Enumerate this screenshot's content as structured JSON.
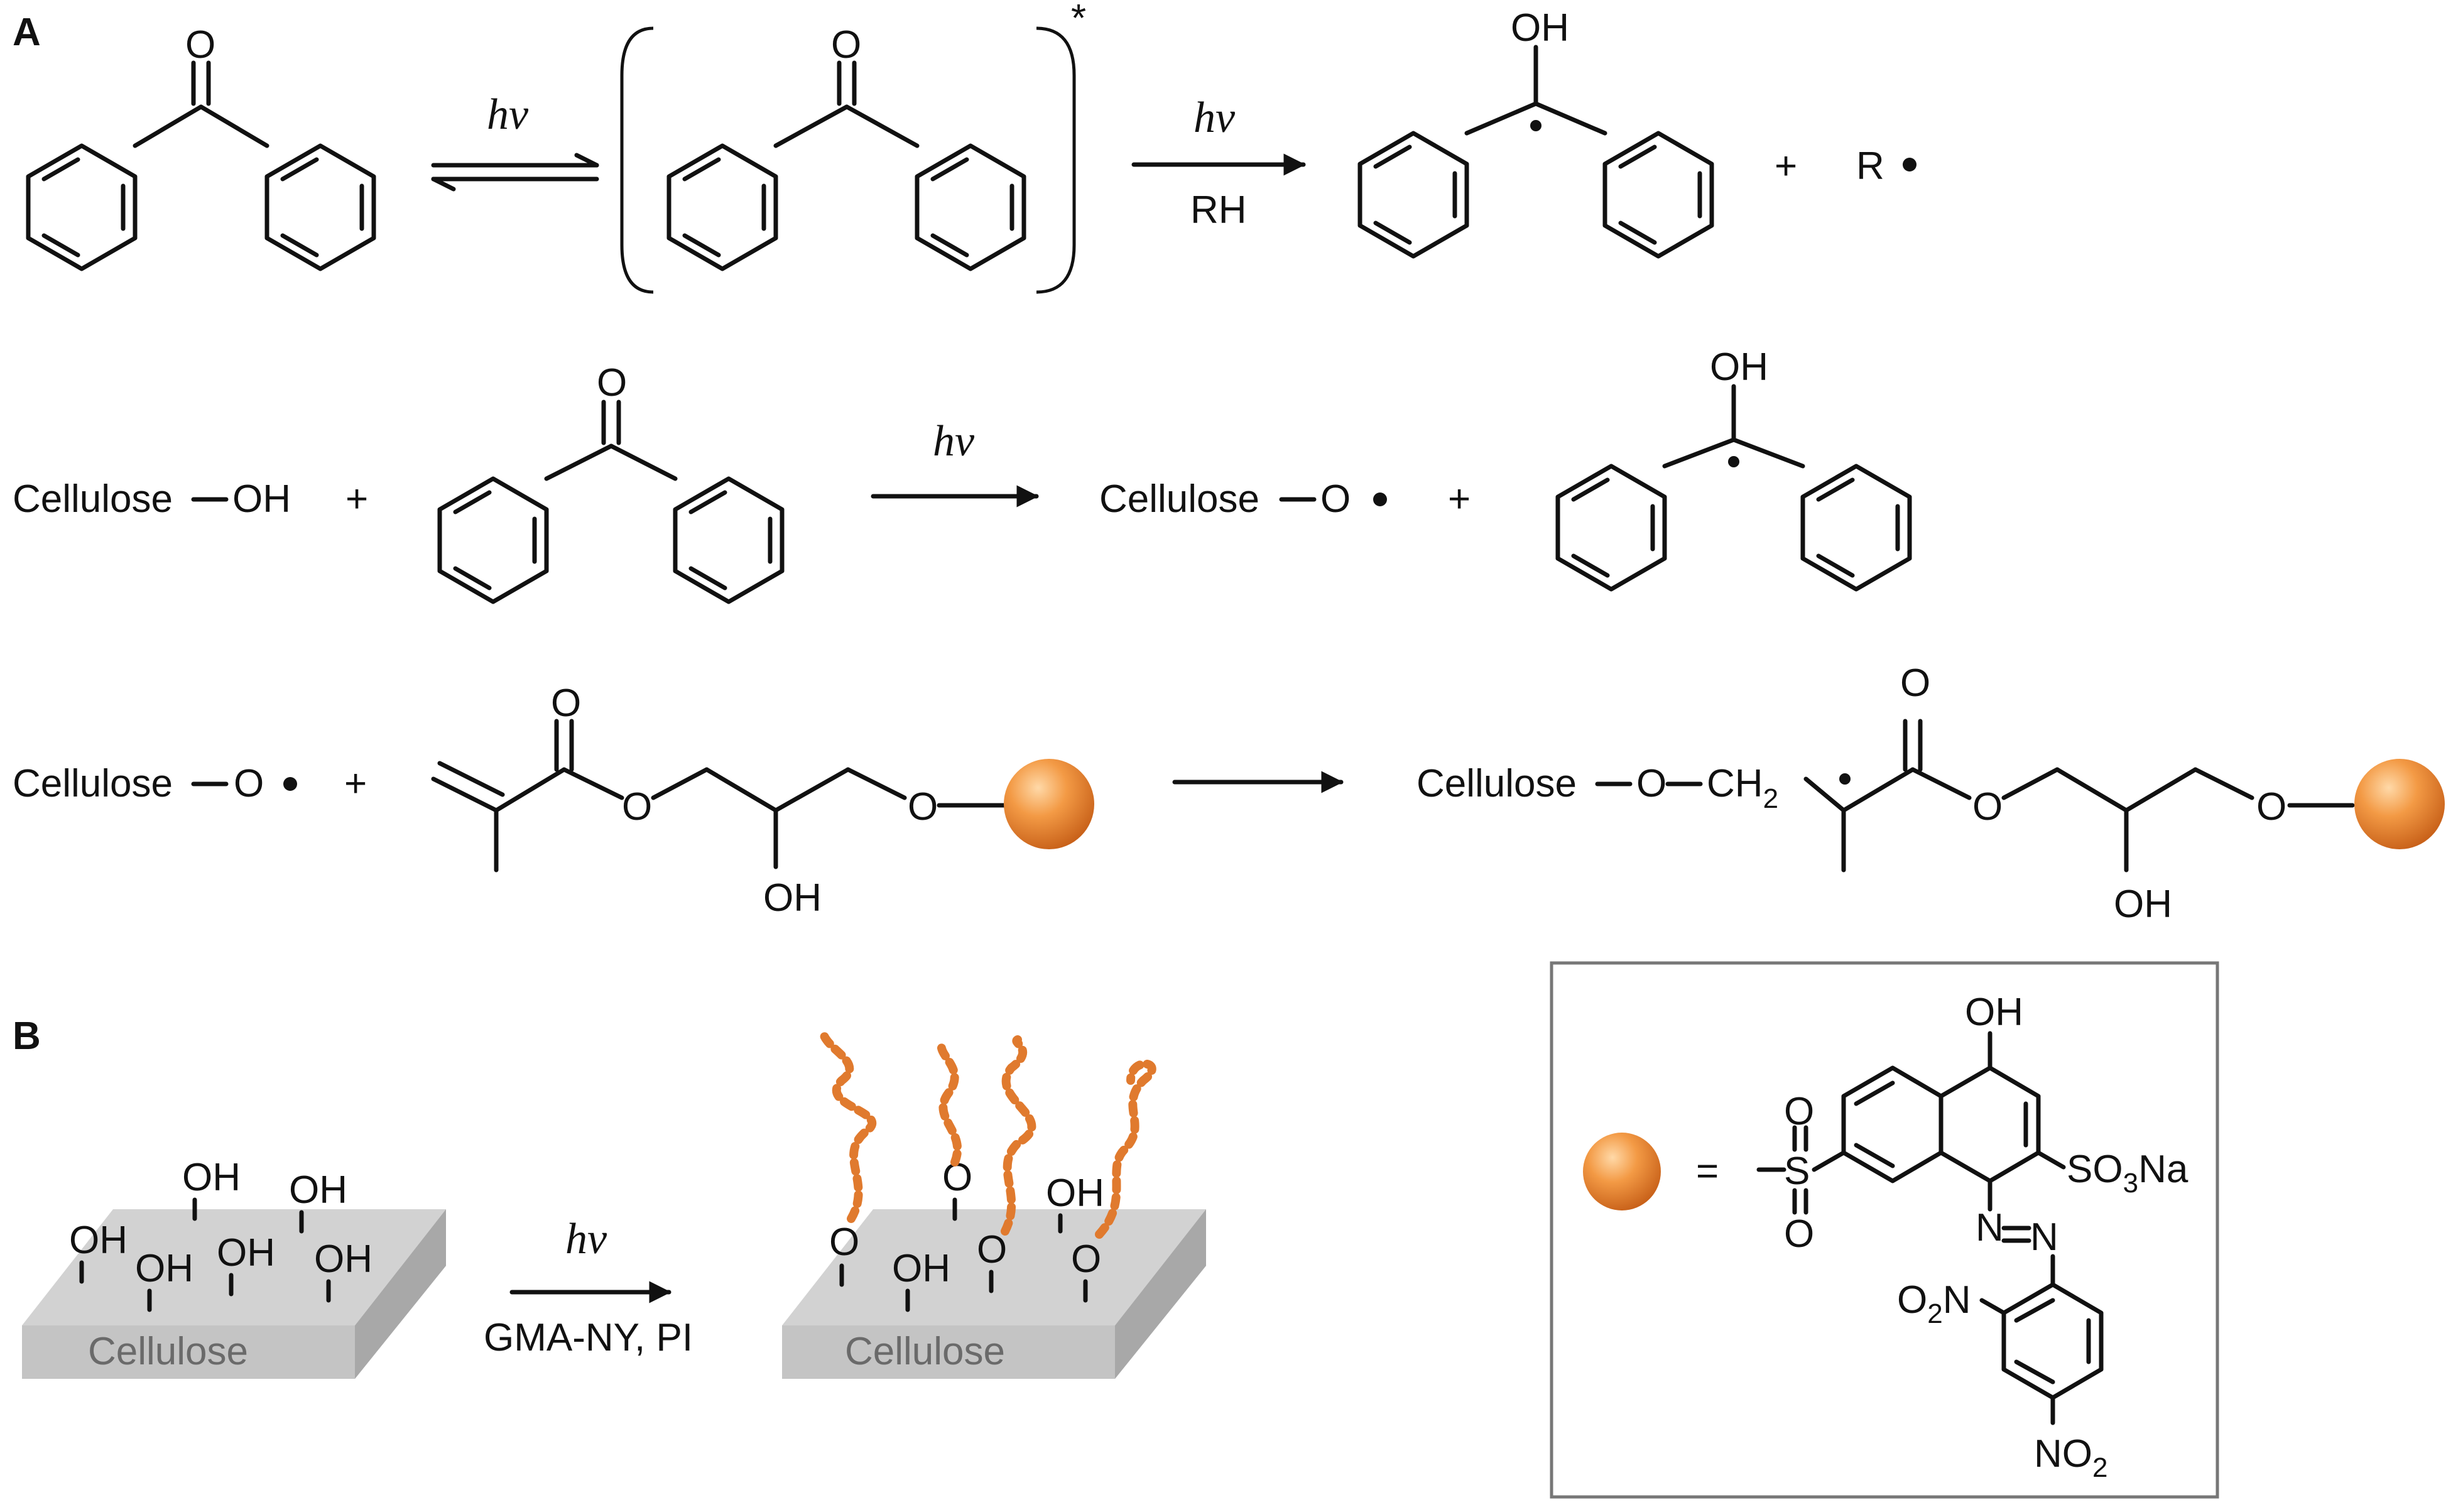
{
  "panels": {
    "a": "A",
    "b": "B"
  },
  "scheme_a": {
    "row1": {
      "arrow1_label": "hv",
      "excited_marker": "*",
      "arrow2_label_top": "hv",
      "arrow2_label_bottom": "RH",
      "product_oh": "OH",
      "plus": "+",
      "radical": "R"
    },
    "row2": {
      "reactant": "Cellulose",
      "reactant_oh": "OH",
      "plus1": "+",
      "arrow_label": "hv",
      "product": "Cellulose",
      "product_o": "O",
      "plus2": "+",
      "product2_oh": "OH"
    },
    "row3": {
      "reactant": "Cellulose",
      "reactant_o": "O",
      "plus": "+",
      "ester_o_carbonyl": "O",
      "ester_o": "O",
      "ester_oh": "OH",
      "linker_o": "O",
      "product": "Cellulose",
      "product_o": "O",
      "product_ch2": "CH",
      "product_ch2_sub": "2",
      "product_carbonyl_o": "O",
      "product_ester_o": "O",
      "product_oh": "OH",
      "product_linker_o": "O"
    }
  },
  "scheme_b": {
    "slab_label": "Cellulose",
    "oh_label": "OH",
    "arrow_top": "hv",
    "arrow_bottom": "GMA-NY, PI",
    "slab2_label": "Cellulose",
    "o_label": "O"
  },
  "legend": {
    "equals": "=",
    "oh": "OH",
    "so3na": "SO",
    "so3na_sub": "3",
    "so3na_tail": "Na",
    "s": "S",
    "o": "O",
    "n": "N",
    "no2": "NO",
    "no2_sub": "2",
    "o2n": "O",
    "o2n_sub": "2",
    "o2n_tail": "N"
  },
  "colors": {
    "orange": "#e07a2e",
    "slab_top": "#d2d2d2",
    "slab_side": "#a8a8a8"
  }
}
